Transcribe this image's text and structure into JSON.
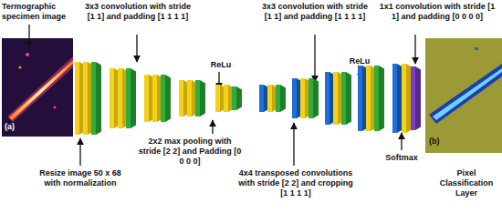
{
  "diagram": {
    "labels": [
      "Termographic specimen image",
      "3x3 convolution with stride [1 1] and padding [1 1 1 1]",
      "ReLu",
      "3x3 convolution with stride [1 1] and padding [1 1 1 1]",
      "ReLu",
      "1x1 convolution with stride [1 1] and padding [0 0 0 0]",
      "(a)",
      "(b)",
      "Resize image 50 x 68 with normalization",
      "2x2 max pooling with stride [2 2] and Padding [0 0 0 0]",
      "4x4 transposed convolutions with stride [2 2] and cropping [1 1 1 1]",
      "Softmax",
      "Pixel Classification Layer"
    ]
  }
}
